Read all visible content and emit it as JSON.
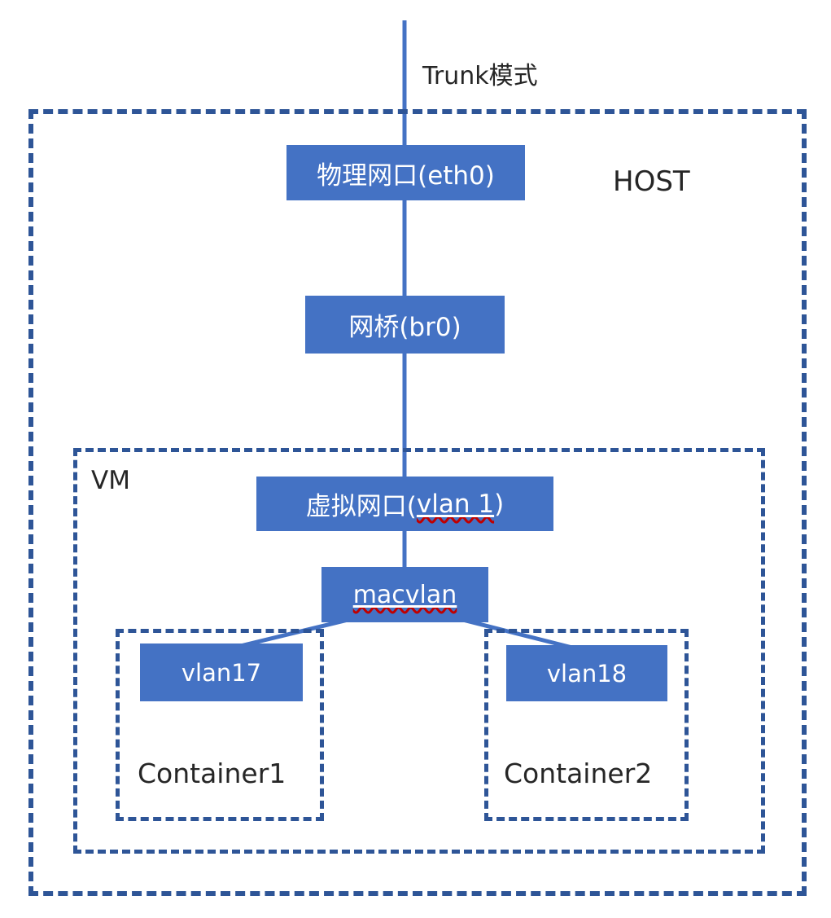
{
  "diagram": {
    "trunk_label": "Trunk模式",
    "host": {
      "label": "HOST"
    },
    "vm": {
      "label": "VM"
    },
    "nodes": {
      "eth0": {
        "label": "物理网口(eth0)"
      },
      "br0": {
        "label": "网桥(br0)"
      },
      "vnic": {
        "prefix": "虚拟网口(",
        "vlan": "vlan 1",
        "suffix": ")"
      },
      "macvlan": {
        "label": "macvlan"
      },
      "vlan17": {
        "label": "vlan17"
      },
      "vlan18": {
        "label": "vlan18"
      }
    },
    "containers": {
      "c1": {
        "label": "Container1"
      },
      "c2": {
        "label": "Container2"
      }
    },
    "colors": {
      "node_fill": "#4472c4",
      "node_text": "#ffffff",
      "dashed_border": "#2e5597",
      "connector": "#4472c4",
      "spellcheck_underline": "#c00000",
      "label_text": "#262626"
    }
  }
}
